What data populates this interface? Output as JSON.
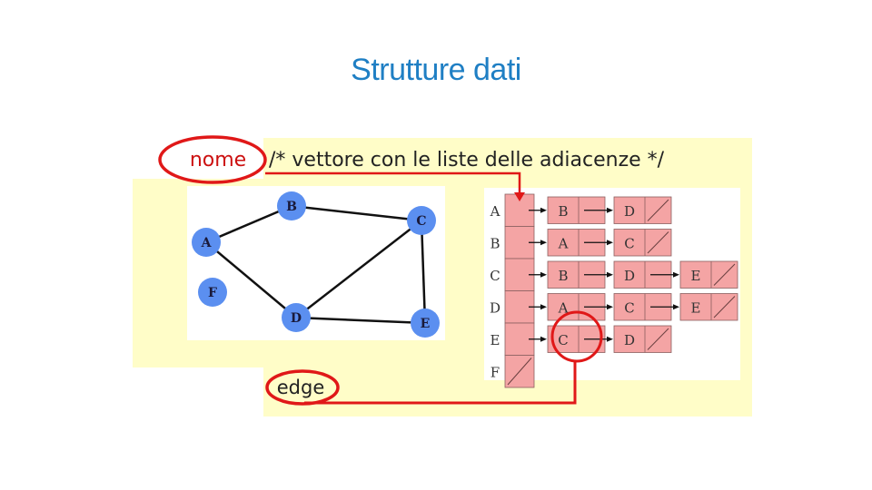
{
  "title": "Strutture dati",
  "colors": {
    "title": "#1f7fc4",
    "panel": "#fffdc8",
    "node_fill": "#5b8ff0",
    "cell_fill": "#f4a4a4",
    "highlight": "#e01818"
  },
  "header": {
    "nome": "nome",
    "comment": "/* vettore con le liste delle adiacenze */"
  },
  "edge_label": "edge",
  "graph": {
    "nodes": [
      "A",
      "B",
      "C",
      "D",
      "E",
      "F"
    ],
    "edges": [
      [
        "A",
        "B"
      ],
      [
        "B",
        "C"
      ],
      [
        "A",
        "D"
      ],
      [
        "D",
        "C"
      ],
      [
        "D",
        "E"
      ],
      [
        "C",
        "E"
      ]
    ]
  },
  "adjacency": {
    "vertices": [
      "A",
      "B",
      "C",
      "D",
      "E",
      "F"
    ],
    "lists": [
      [
        "B",
        "D"
      ],
      [
        "A",
        "C"
      ],
      [
        "B",
        "D",
        "E"
      ],
      [
        "A",
        "C",
        "E"
      ],
      [
        "C",
        "D"
      ],
      []
    ]
  }
}
